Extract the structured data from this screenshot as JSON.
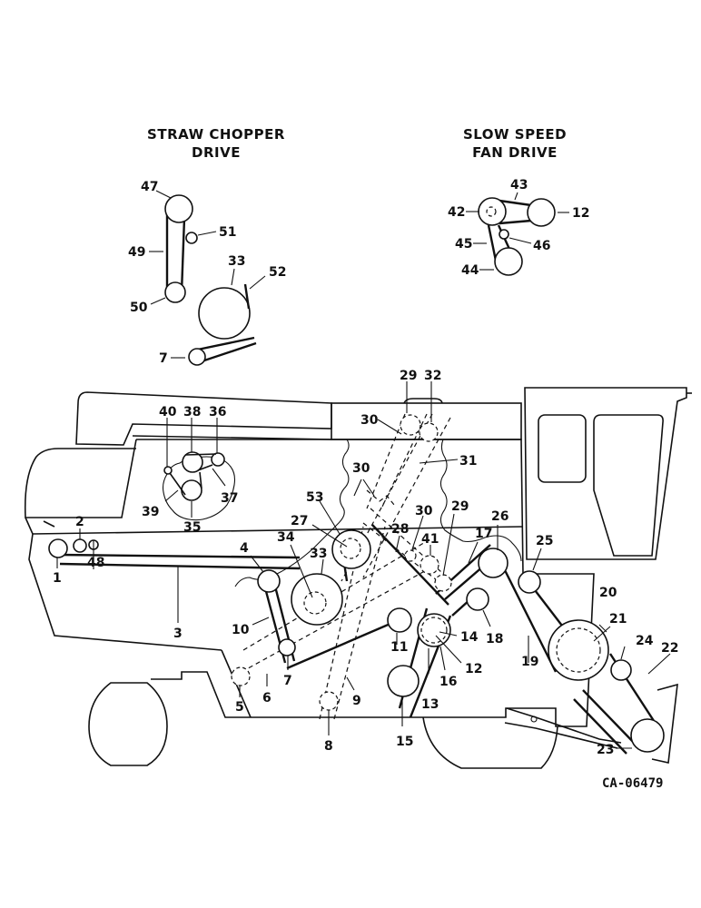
{
  "insets": {
    "straw_chopper": {
      "title_line1": "STRAW CHOPPER",
      "title_line2": "DRIVE",
      "callouts": [
        "47",
        "51",
        "49",
        "33",
        "52",
        "50",
        "7"
      ]
    },
    "slow_speed_fan": {
      "title_line1": "SLOW SPEED",
      "title_line2": "FAN DRIVE",
      "callouts": [
        "43",
        "42",
        "12",
        "45",
        "46",
        "44"
      ]
    }
  },
  "main_callouts": {
    "c1": "1",
    "c2": "2",
    "c3": "3",
    "c4": "4",
    "c5": "5",
    "c6": "6",
    "c7": "7",
    "c8": "8",
    "c9": "9",
    "c10": "10",
    "c11": "11",
    "c12": "12",
    "c13": "13",
    "c14": "14",
    "c15": "15",
    "c16": "16",
    "c17": "17",
    "c18": "18",
    "c19": "19",
    "c20": "20",
    "c21": "21",
    "c22": "22",
    "c23": "23",
    "c24": "24",
    "c25": "25",
    "c26": "26",
    "c27": "27",
    "c28": "28",
    "c29a": "29",
    "c29b": "29",
    "c30a": "30",
    "c30b": "30",
    "c30c": "30",
    "c31": "31",
    "c32": "32",
    "c33": "33",
    "c34": "34",
    "c35": "35",
    "c36": "36",
    "c37": "37",
    "c38": "38",
    "c39": "39",
    "c40": "40",
    "c41": "41",
    "c48": "48",
    "c53": "53"
  },
  "reference_code": "CA-06479"
}
